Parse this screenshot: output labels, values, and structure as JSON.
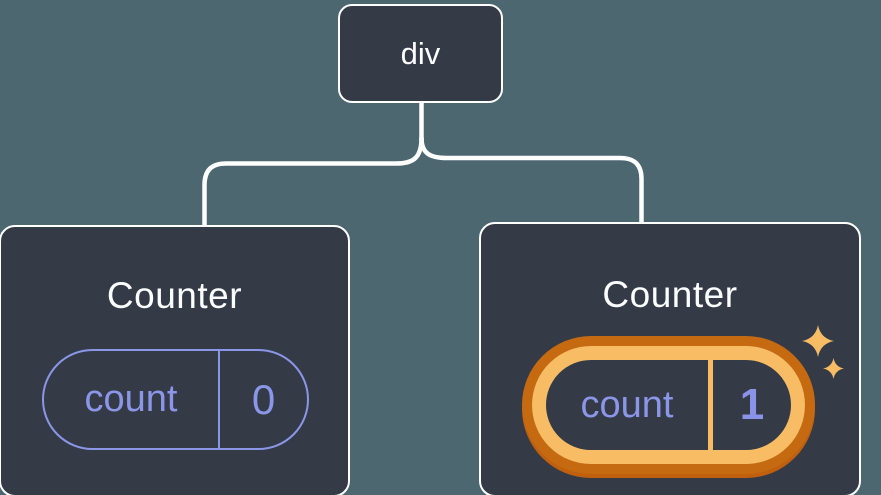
{
  "diagram": {
    "description": "React component tree: a div root rendering two Counter components with state pills",
    "root": {
      "label": "div"
    },
    "children": [
      {
        "title": "Counter",
        "state": {
          "key": "count",
          "value": "0"
        },
        "highlighted": false
      },
      {
        "title": "Counter",
        "state": {
          "key": "count",
          "value": "1"
        },
        "highlighted": true
      }
    ]
  },
  "icons": {
    "sparkle_big": "sparkle-icon",
    "sparkle_small": "sparkle-icon"
  },
  "colors": {
    "page_background": "#4d6770",
    "node_background": "#343b47",
    "node_border": "#ffffff",
    "connector": "#ffffff",
    "state_accent_purple": "#8b96e8",
    "highlight_orange_light": "#f8bd64",
    "highlight_orange_dark": "#c56a11",
    "title_text": "#fcfdff"
  }
}
